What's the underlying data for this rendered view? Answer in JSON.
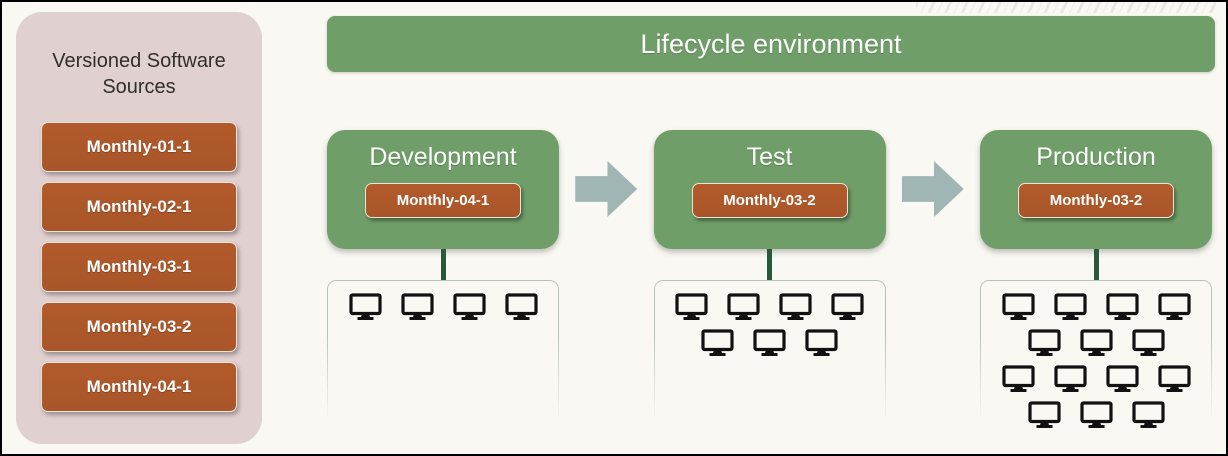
{
  "colors": {
    "bg": "#f9f8f3",
    "frame-border": "#000000",
    "panel": "#e0d0d0",
    "panel-title-text": "#322e2a",
    "green": "#6f9e68",
    "orange": "#b25a2b",
    "orange-border": "#e9e3d9",
    "arrow": "#9fb6b4",
    "connector": "#27593a",
    "cluster-border": "#b2c4b6",
    "monitor": "#111111",
    "light-text": "#ffffff"
  },
  "sources_panel": {
    "title": "Versioned Software Sources",
    "items": [
      {
        "label": "Monthly-01-1"
      },
      {
        "label": "Monthly-02-1"
      },
      {
        "label": "Monthly-03-1"
      },
      {
        "label": "Monthly-03-2"
      },
      {
        "label": "Monthly-04-1"
      }
    ]
  },
  "lifecycle": {
    "header": "Lifecycle environment",
    "environments": [
      {
        "name": "Development",
        "source": "Monthly-04-1",
        "host_rows": [
          4
        ],
        "host_count": 4
      },
      {
        "name": "Test",
        "source": "Monthly-03-2",
        "host_rows": [
          4,
          3
        ],
        "host_count": 7
      },
      {
        "name": "Production",
        "source": "Monthly-03-2",
        "host_rows": [
          4,
          3,
          4,
          3
        ],
        "host_count": 14
      }
    ]
  },
  "icons": {
    "flow_arrow": "right-block-arrow",
    "host": "desktop-monitor"
  }
}
